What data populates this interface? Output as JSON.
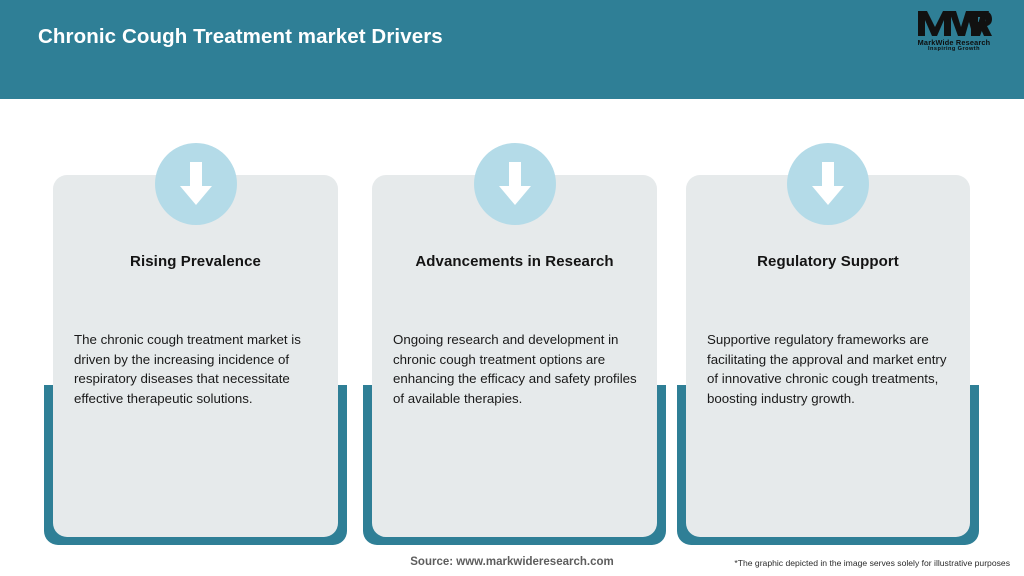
{
  "header": {
    "title": "Chronic Cough Treatment market Drivers",
    "background_color": "#2f7f96",
    "title_color": "#ffffff",
    "logo": {
      "mark": "MWR",
      "name": "MarkWide Research",
      "tagline": "Inspiring Growth",
      "icon": "mwr-logo-icon"
    }
  },
  "theme": {
    "accent_teal": "#2f7f96",
    "card_background": "#e6eaeb",
    "badge_blue": "#b4dbe8",
    "arrow_white": "#ffffff",
    "body_text": "#1a1a1a"
  },
  "cards": [
    {
      "icon": "down-arrow-icon",
      "title": "Rising Prevalence",
      "description": "The chronic cough treatment market is driven by the increasing incidence of respiratory diseases that necessitate effective therapeutic solutions."
    },
    {
      "icon": "down-arrow-icon",
      "title": "Advancements in Research",
      "description": "Ongoing research and development in chronic cough treatment options are enhancing the efficacy and safety profiles of available therapies."
    },
    {
      "icon": "down-arrow-icon",
      "title": "Regulatory Support",
      "description": "Supportive regulatory frameworks are facilitating the approval and market entry of innovative chronic cough treatments, boosting industry growth."
    }
  ],
  "footer": {
    "source": "Source: www.markwideresearch.com",
    "disclaimer": "*The graphic depicted in the image serves solely for illustrative purposes"
  }
}
